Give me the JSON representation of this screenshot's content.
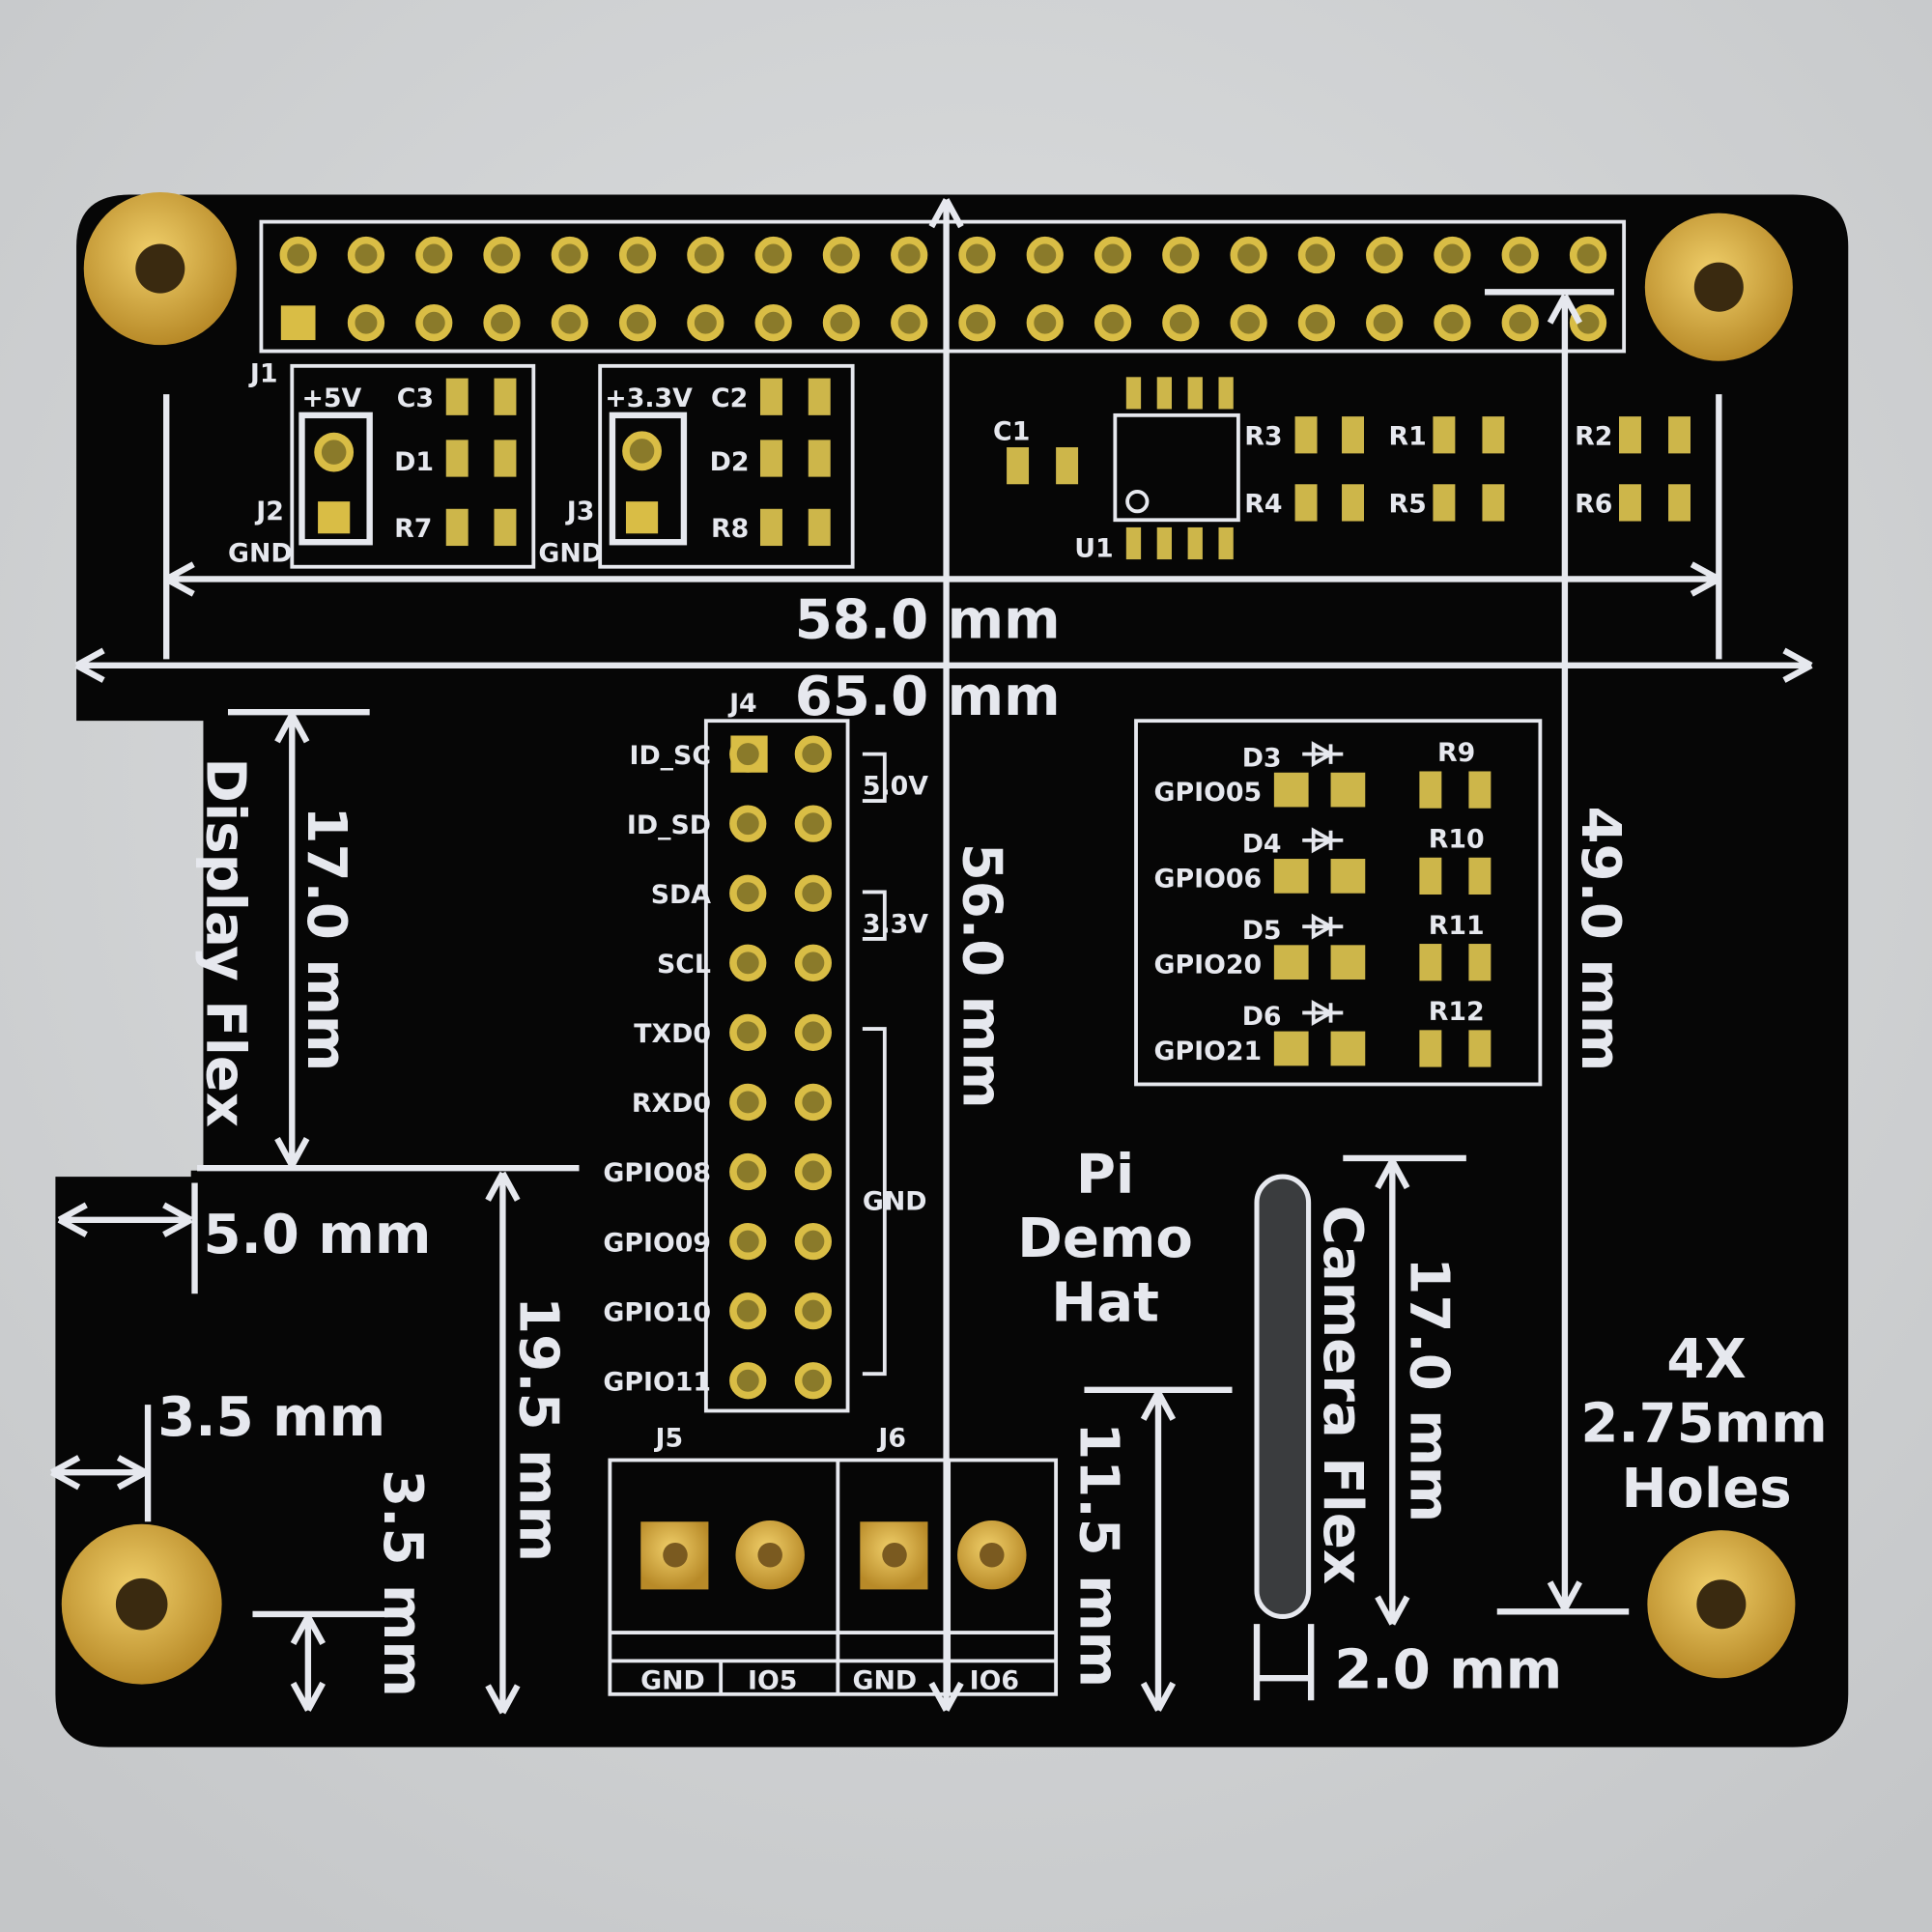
{
  "board": {
    "title": [
      "Pi",
      "Demo",
      "Hat"
    ],
    "holes_note": [
      "4X",
      "2.75mm",
      "Holes"
    ],
    "colors": {
      "soldermask": "#050505",
      "silkscreen": "#e6e8ee",
      "gold": "#cdb64a",
      "background": "#d3d5d6"
    }
  },
  "dimensions": {
    "width_inner": "58.0 mm",
    "width_outer": "65.0 mm",
    "height_center": "56.0 mm",
    "height_right": "49.0 mm",
    "display_flex": "17.0 mm",
    "display_offset": "5.0 mm",
    "corner_x": "3.5 mm",
    "corner_y": "3.5 mm",
    "j4_offset": "19.5 mm",
    "j6_offset": "11.5 mm",
    "camera_flex": "17.0 mm",
    "camera_slot": "2.0 mm"
  },
  "labels": {
    "display_flex": "Display Flex",
    "camera_flex": "Camera Flex"
  },
  "power": {
    "j1": "J1",
    "p5v": {
      "title": "+5V",
      "cap": "C3",
      "diode": "D1",
      "res": "R7",
      "conn": "J2",
      "gnd": "GND"
    },
    "p33v": {
      "title": "+3.3V",
      "cap": "C2",
      "diode": "D2",
      "res": "R8",
      "conn": "J3",
      "gnd": "GND"
    }
  },
  "eeprom": {
    "cap": "C1",
    "ic": "U1",
    "r": [
      "R3",
      "R4",
      "R1",
      "R5",
      "R2",
      "R6"
    ]
  },
  "j4": {
    "ref": "J4",
    "pins": [
      "ID_SC",
      "ID_SD",
      "SDA",
      "SCL",
      "TXD0",
      "RXD0",
      "GPIO08",
      "GPIO09",
      "GPIO10",
      "GPIO11"
    ],
    "groups": [
      "5.0V",
      "3.3V",
      "GND"
    ]
  },
  "leds": [
    {
      "d": "D3",
      "gpio": "GPIO05",
      "r": "R9"
    },
    {
      "d": "D4",
      "gpio": "GPIO06",
      "r": "R10"
    },
    {
      "d": "D5",
      "gpio": "GPIO20",
      "r": "R11"
    },
    {
      "d": "D6",
      "gpio": "GPIO21",
      "r": "R12"
    }
  ],
  "terminals": {
    "j5": "J5",
    "j6": "J6",
    "cols": [
      "GND",
      "IO5",
      "GND",
      "IO6"
    ]
  }
}
